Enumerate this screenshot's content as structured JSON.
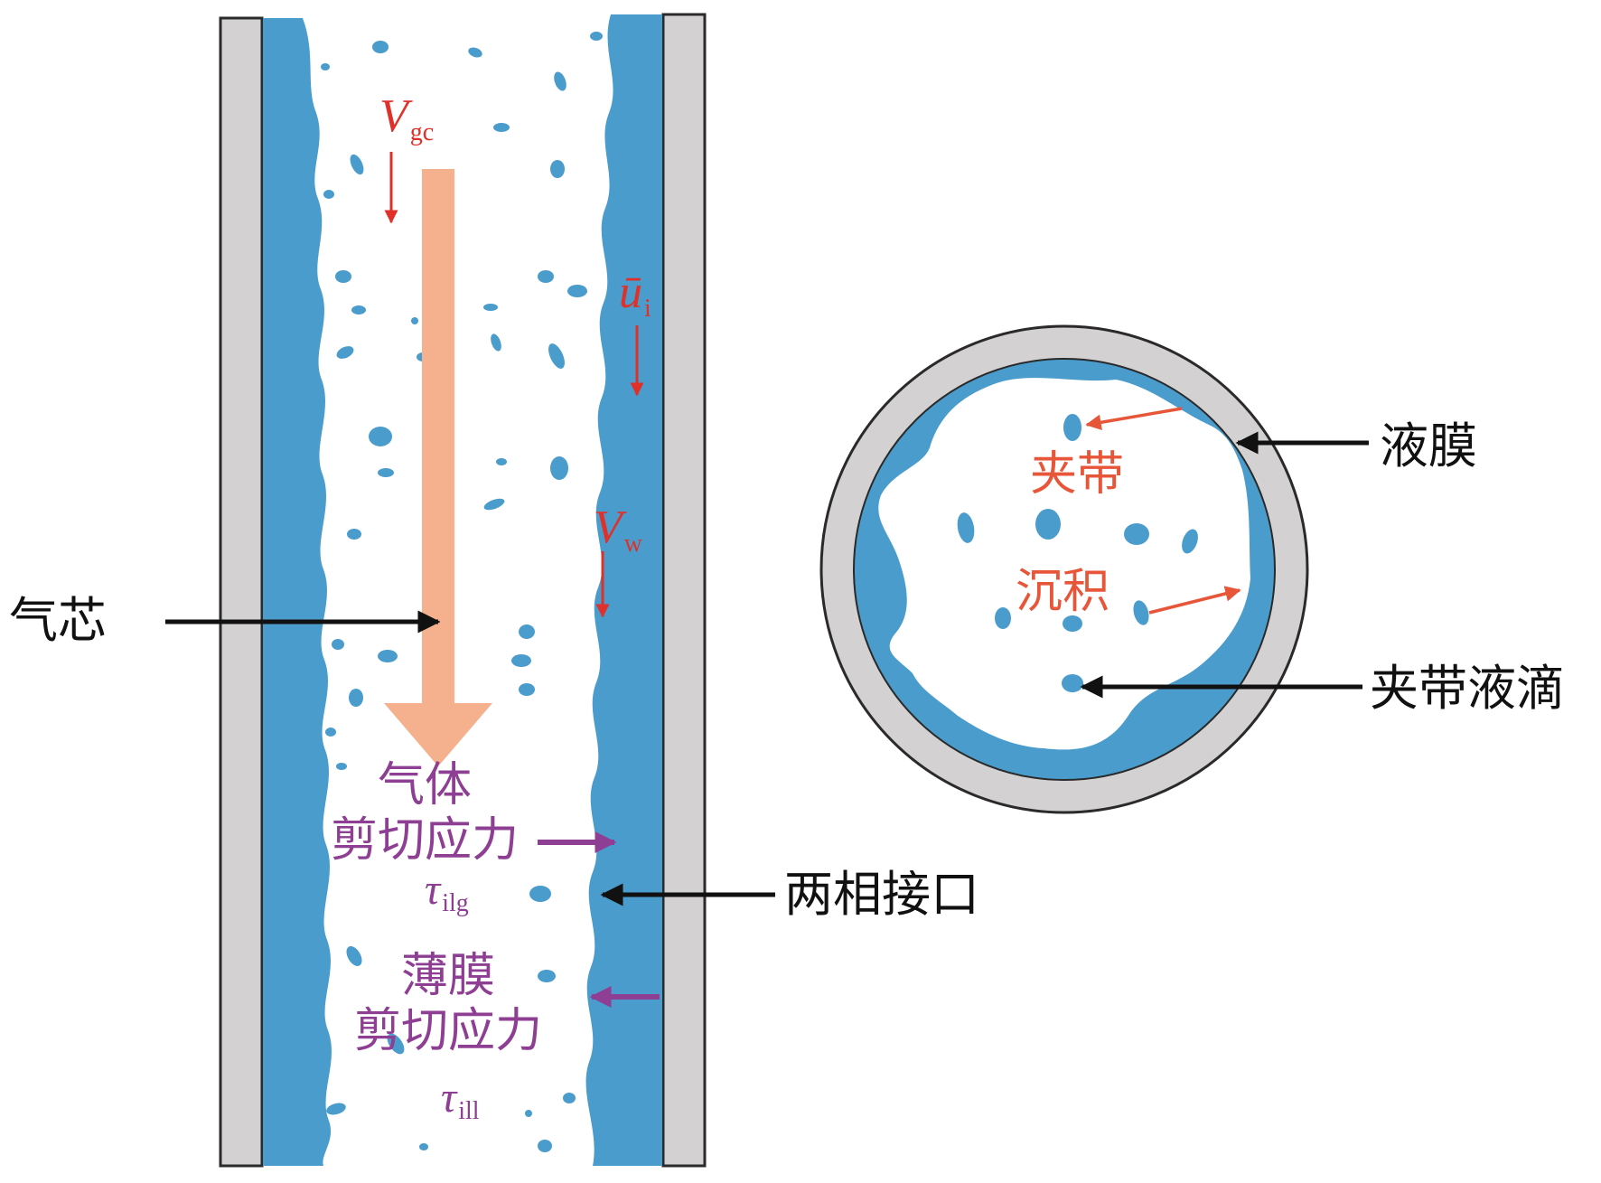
{
  "colors": {
    "wall_fill": "#d4d1d2",
    "wall_stroke": "#2a2a2a",
    "film": "#4a9ccc",
    "core_arrow": "#f5b08e",
    "red": "#e0302a",
    "orange_text": "#e8563a",
    "purple": "#8e3f93",
    "black": "#111111"
  },
  "labels": {
    "gas_core": "气芯",
    "two_phase_interface": "两相接口",
    "liquid_film": "液膜",
    "entrained_droplet": "夹带液滴",
    "entrainment": "夹带",
    "deposition": "沉积",
    "gas_shear_line1": "气体",
    "gas_shear_line2": "剪切应力",
    "film_shear_line1": "薄膜",
    "film_shear_line2": "剪切应力"
  },
  "symbols": {
    "vgc": {
      "main": "V",
      "sub": "gc"
    },
    "ui": {
      "main": "ū",
      "sub": "i"
    },
    "vw": {
      "main": "V",
      "sub": "w"
    },
    "tau_ilg": {
      "main": "τ",
      "sub": "ilg"
    },
    "tau_ill": {
      "main": "τ",
      "sub": "ill"
    }
  }
}
